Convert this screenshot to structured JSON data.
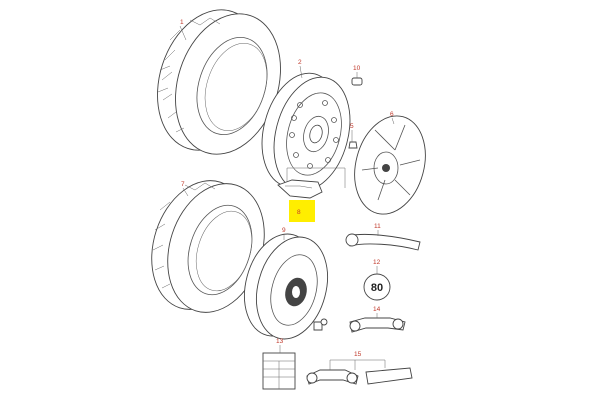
{
  "diagram": {
    "callouts": [
      {
        "id": "c1",
        "text": "1"
      },
      {
        "id": "c2",
        "text": "2"
      },
      {
        "id": "c5",
        "text": "5"
      },
      {
        "id": "c6",
        "text": "6"
      },
      {
        "id": "c7",
        "text": "7"
      },
      {
        "id": "c8",
        "text": "8"
      },
      {
        "id": "c9",
        "text": "9"
      },
      {
        "id": "c10",
        "text": "10"
      },
      {
        "id": "c11",
        "text": "11"
      },
      {
        "id": "c12",
        "text": "12"
      },
      {
        "id": "c13",
        "text": "13"
      },
      {
        "id": "c14",
        "text": "14"
      },
      {
        "id": "c15",
        "text": "15"
      }
    ],
    "speed_label": "80",
    "highlight_color": "#ffee00",
    "callout_color": "#c0392b"
  }
}
